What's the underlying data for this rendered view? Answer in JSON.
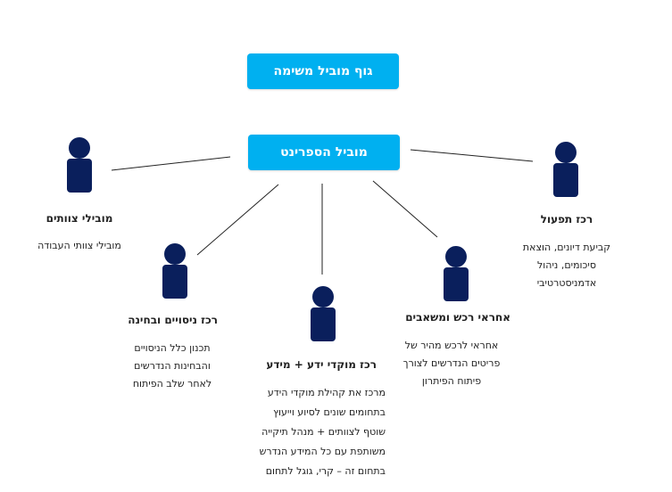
{
  "top_box": {
    "label": "גוף מוביל משימה"
  },
  "sprint_box": {
    "label": "מוביל הספרינט"
  },
  "roles": {
    "operations": {
      "title": "רכז תפעול",
      "lines": [
        "קביעת דיונים, הוצאת",
        "סיכומים, ניהול",
        "אדמניסטרטיבי"
      ]
    },
    "team_leads": {
      "title": "מובילי צוותים",
      "lines": [
        "מובילי צוותי העבודה"
      ]
    },
    "experiments": {
      "title": "רכז ניסויים ובחינה",
      "lines": [
        "תכנון כלל הניסויים",
        "והבחינות הנדרשים",
        "לאחר שלב הפיתוח"
      ]
    },
    "knowledge": {
      "title": "רכז מוקדי ידע + מידע",
      "lines": [
        "מרכז את קהילת מוקדי הידע",
        "בתחומים שונים לסיוע וייעוץ",
        "שוטף לצוותים + מנהל תיקייה",
        "משותפת עם כל המידע הנדרש",
        "בתחום זה – קרי, גוגל לתחום"
      ]
    },
    "procurement": {
      "title": "אחראי רכש ומשאבים",
      "lines": [
        "אחראי לרכש מהיר של",
        "פריטים הנדרשים לצורך",
        "פיתוח הפיתרון"
      ]
    }
  },
  "colors": {
    "box": "#00b0f0",
    "person": "#0a1f5c",
    "line": "#222222"
  }
}
